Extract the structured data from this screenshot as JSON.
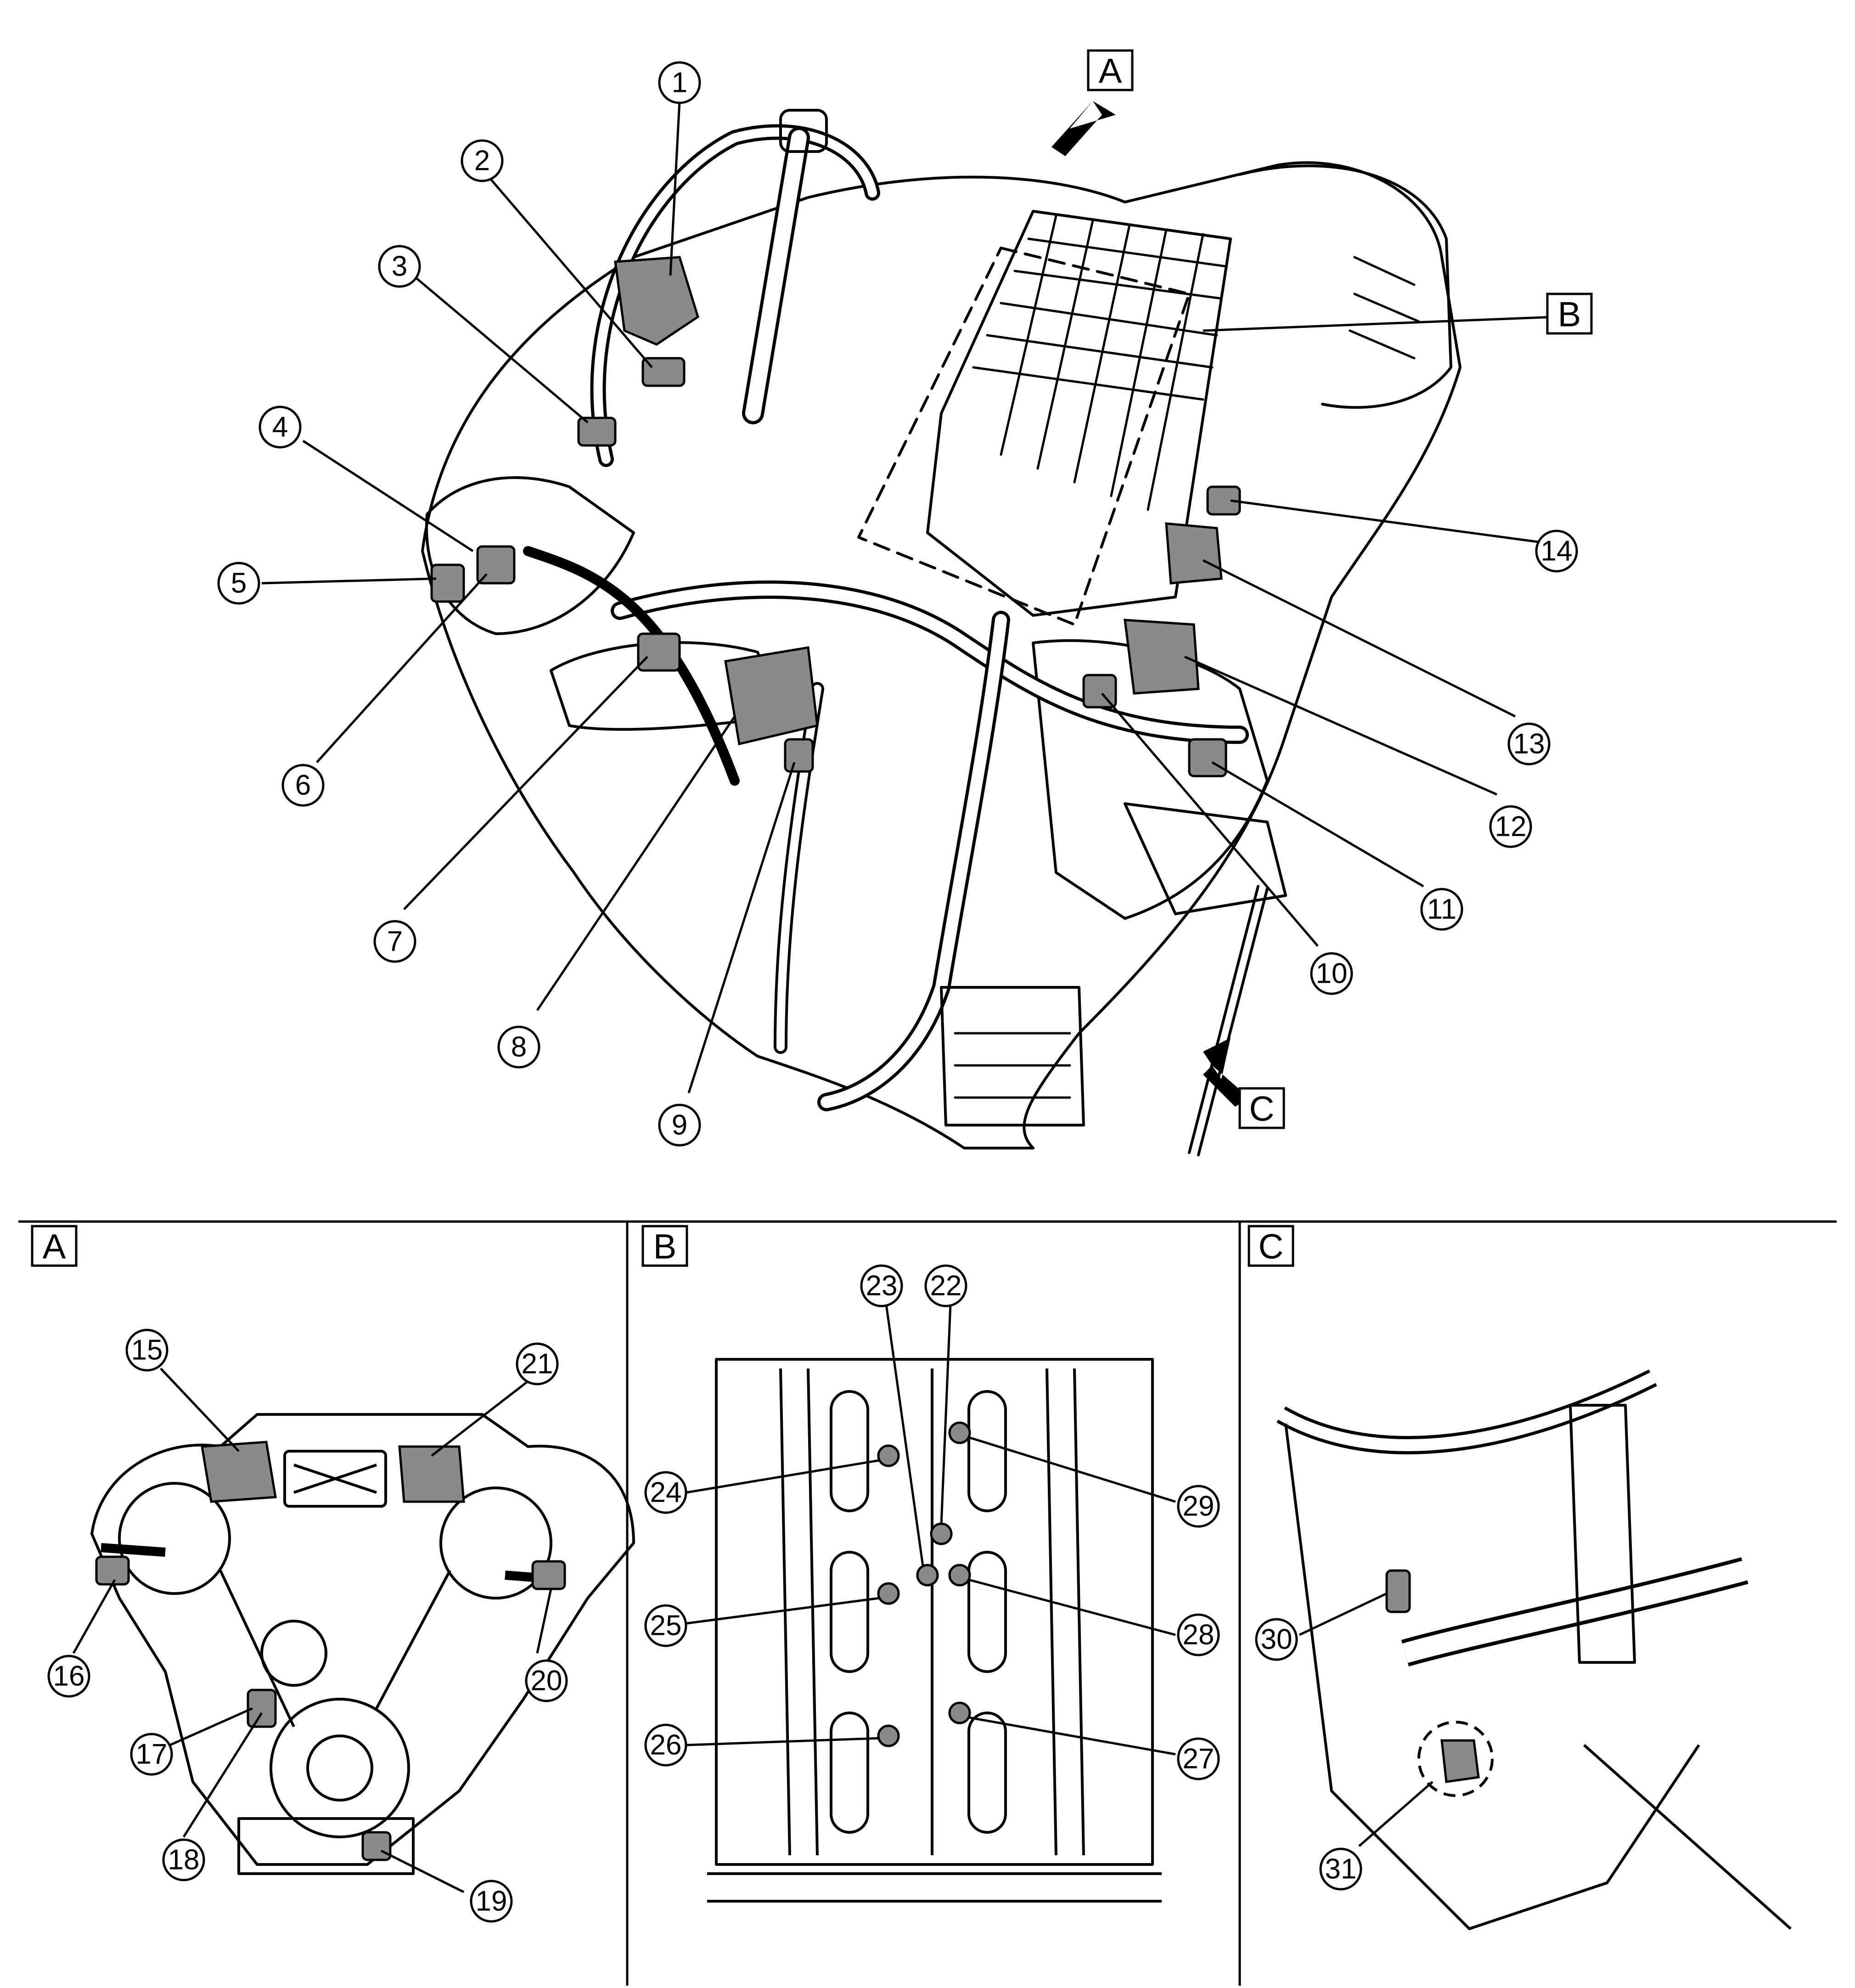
{
  "main_view": {
    "callouts": [
      "1",
      "2",
      "3",
      "4",
      "5",
      "6",
      "7",
      "8",
      "9",
      "10",
      "11",
      "12",
      "13",
      "14"
    ],
    "view_tags": [
      "A",
      "B",
      "C"
    ]
  },
  "panel_a": {
    "label": "A",
    "callouts": [
      "15",
      "16",
      "17",
      "18",
      "19",
      "20",
      "21"
    ]
  },
  "panel_b": {
    "label": "B",
    "callouts": [
      "22",
      "23",
      "24",
      "25",
      "26",
      "27",
      "28",
      "29"
    ]
  },
  "panel_c": {
    "label": "C",
    "callouts": [
      "30",
      "31"
    ]
  },
  "colors": {
    "line": "#000000",
    "component_fill": "#8a8a8a",
    "background": "#ffffff"
  }
}
